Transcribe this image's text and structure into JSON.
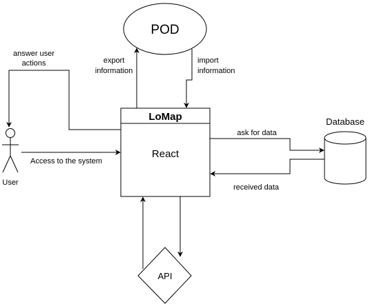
{
  "nodes": {
    "pod": {
      "label": "POD"
    },
    "lomap": {
      "title": "LoMap",
      "subtitle": "React"
    },
    "database": {
      "label": "Database"
    },
    "api": {
      "label": "API"
    },
    "user": {
      "label": "User"
    }
  },
  "edges": {
    "answer_user_actions": {
      "line1": "answer user",
      "line2": "actions"
    },
    "export_information": {
      "line1": "export",
      "line2": "information"
    },
    "import_information": {
      "line1": "import",
      "line2": "information"
    },
    "ask_for_data": {
      "label": "ask for data"
    },
    "received_data": {
      "label": "received data"
    },
    "access_system": {
      "label": "Access to the system"
    }
  },
  "colors": {
    "stroke": "#000000",
    "fill": "#ffffff"
  }
}
